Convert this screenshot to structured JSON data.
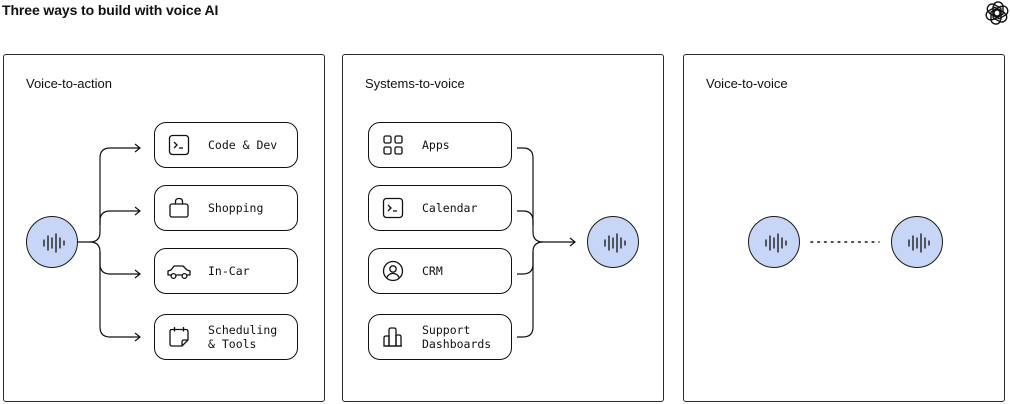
{
  "title": "Three ways to build with voice AI",
  "colors": {
    "wave_fill": "#c7d6f6",
    "stroke": "#111111",
    "background": "#ffffff"
  },
  "panels": [
    {
      "title": "Voice-to-action",
      "nodes": [
        {
          "label": "Code & Dev",
          "icon": "terminal-icon"
        },
        {
          "label": "Shopping",
          "icon": "shopping-bag-icon"
        },
        {
          "label": "In-Car",
          "icon": "car-icon"
        },
        {
          "label": "Scheduling\n& Tools",
          "icon": "calendar-icon"
        }
      ]
    },
    {
      "title": "Systems-to-voice",
      "nodes": [
        {
          "label": "Apps",
          "icon": "apps-grid-icon"
        },
        {
          "label": "Calendar",
          "icon": "terminal-icon"
        },
        {
          "label": "CRM",
          "icon": "user-circle-icon"
        },
        {
          "label": "Support\nDashboards",
          "icon": "bar-chart-icon"
        }
      ]
    },
    {
      "title": "Voice-to-voice",
      "nodes": []
    }
  ],
  "logo_icon": "openai-logo-icon"
}
